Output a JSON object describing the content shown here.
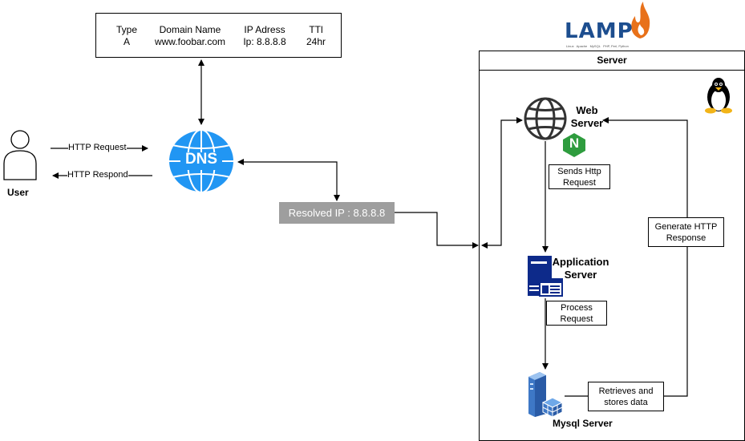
{
  "dns_record": {
    "headers": [
      "Type",
      "Domain Name",
      "IP Adress",
      "TTl"
    ],
    "values": [
      "A",
      "www.foobar.com",
      "Ip: 8.8.8.8",
      "24hr"
    ]
  },
  "user": {
    "label": "User"
  },
  "http": {
    "request": "HTTP Request",
    "respond": "HTTP Respond"
  },
  "dns": {
    "label": "DNS"
  },
  "resolved": {
    "label": "Resolved IP : 8.8.8.8"
  },
  "logo": {
    "text": "LAMP",
    "subtitle": "Linux   Apache   MySQL   PHP, Perl, Python"
  },
  "server": {
    "title": "Server",
    "web_server": "Web\nServer",
    "app_server": "Application\nServer",
    "mysql_server": "Mysql Server",
    "nginx_letter": "N"
  },
  "notes": {
    "sends": "Sends Http\nRequest",
    "process": "Process\nRequest",
    "retrieves": "Retrieves and\nstores data",
    "generate": "Generate HTTP\nResponse"
  },
  "colors": {
    "dns_blue": "#2196F3",
    "nginx_green": "#2E9C3E",
    "app_navy": "#0D2A8A",
    "lamp_blue": "#1D4E8F",
    "lamp_orange": "#E8711A"
  }
}
